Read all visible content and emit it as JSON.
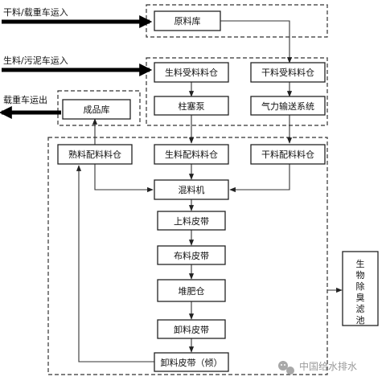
{
  "inputs": {
    "dry_in": "干料/载重车运入",
    "raw_in": "生料/污泥车运入",
    "out": "载重车运出"
  },
  "nodes": {
    "raw_store": "原料库",
    "raw_recv_bin": "生料受料料仓",
    "dry_recv_bin": "干料受料料仓",
    "plunger_pump": "柱塞泵",
    "pneumatic": "气力输送系统",
    "product_store": "成品库",
    "cooked_mix_bin": "熟料配料料仓",
    "raw_mix_bin": "生料配料料仓",
    "dry_mix_bin": "干料配料料仓",
    "mixer": "混料机",
    "feed_belt": "上料皮带",
    "dist_belt": "布料皮带",
    "compost_bin": "堆肥仓",
    "unload_belt": "卸料皮带",
    "unload_belt_incline": "卸料皮带（倾）",
    "biofilter": "生物除臭滤池"
  },
  "watermark": "中国给水排水"
}
